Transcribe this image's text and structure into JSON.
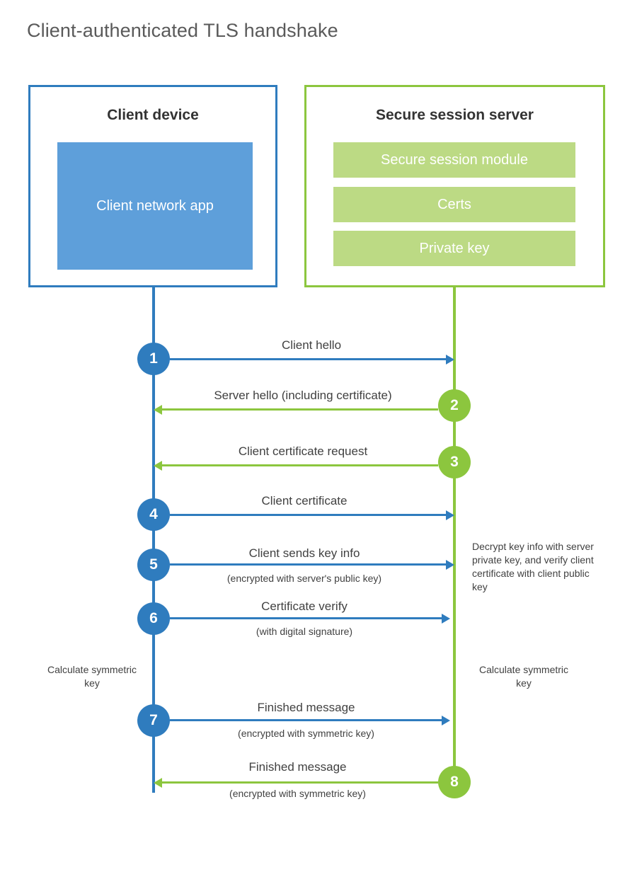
{
  "title": "Client-authenticated TLS handshake",
  "colors": {
    "client_blue": "#2f7cbe",
    "client_app_fill": "#5e9fda",
    "server_green": "#8cc63e",
    "server_block_fill": "#bcda84",
    "text_dark": "#333333",
    "text_body": "#414141",
    "title_gray": "#5a5a5a",
    "background": "#ffffff"
  },
  "participants": {
    "client": {
      "title": "Client device",
      "blocks": [
        {
          "label": "Client network app"
        }
      ]
    },
    "server": {
      "title": "Secure session server",
      "blocks": [
        {
          "label": "Secure session module"
        },
        {
          "label": "Certs"
        },
        {
          "label": "Private key"
        }
      ]
    }
  },
  "steps": [
    {
      "number": "1",
      "label": "Client hello",
      "sublabel": "",
      "origin": "client",
      "direction": "right"
    },
    {
      "number": "2",
      "label": "Server hello (including certificate)",
      "sublabel": "",
      "origin": "server",
      "direction": "left"
    },
    {
      "number": "3",
      "label": "Client certificate request",
      "sublabel": "",
      "origin": "server",
      "direction": "left"
    },
    {
      "number": "4",
      "label": "Client certificate",
      "sublabel": "",
      "origin": "client",
      "direction": "right"
    },
    {
      "number": "5",
      "label": "Client sends key info",
      "sublabel": "(encrypted with server's public key)",
      "origin": "client",
      "direction": "right"
    },
    {
      "number": "6",
      "label": "Certificate verify",
      "sublabel": "(with digital signature)",
      "origin": "client",
      "direction": "right"
    },
    {
      "number": "7",
      "label": "Finished message",
      "sublabel": "(encrypted with symmetric key)",
      "origin": "client",
      "direction": "right"
    },
    {
      "number": "8",
      "label": "Finished message",
      "sublabel": "(encrypted with symmetric key)",
      "origin": "server",
      "direction": "left"
    }
  ],
  "annotations": {
    "server_decrypt": "Decrypt key info with server private key, and verify client certificate with client public key",
    "client_symmetric_key": "Calculate symmetric key",
    "server_symmetric_key": "Calculate symmetric key"
  }
}
